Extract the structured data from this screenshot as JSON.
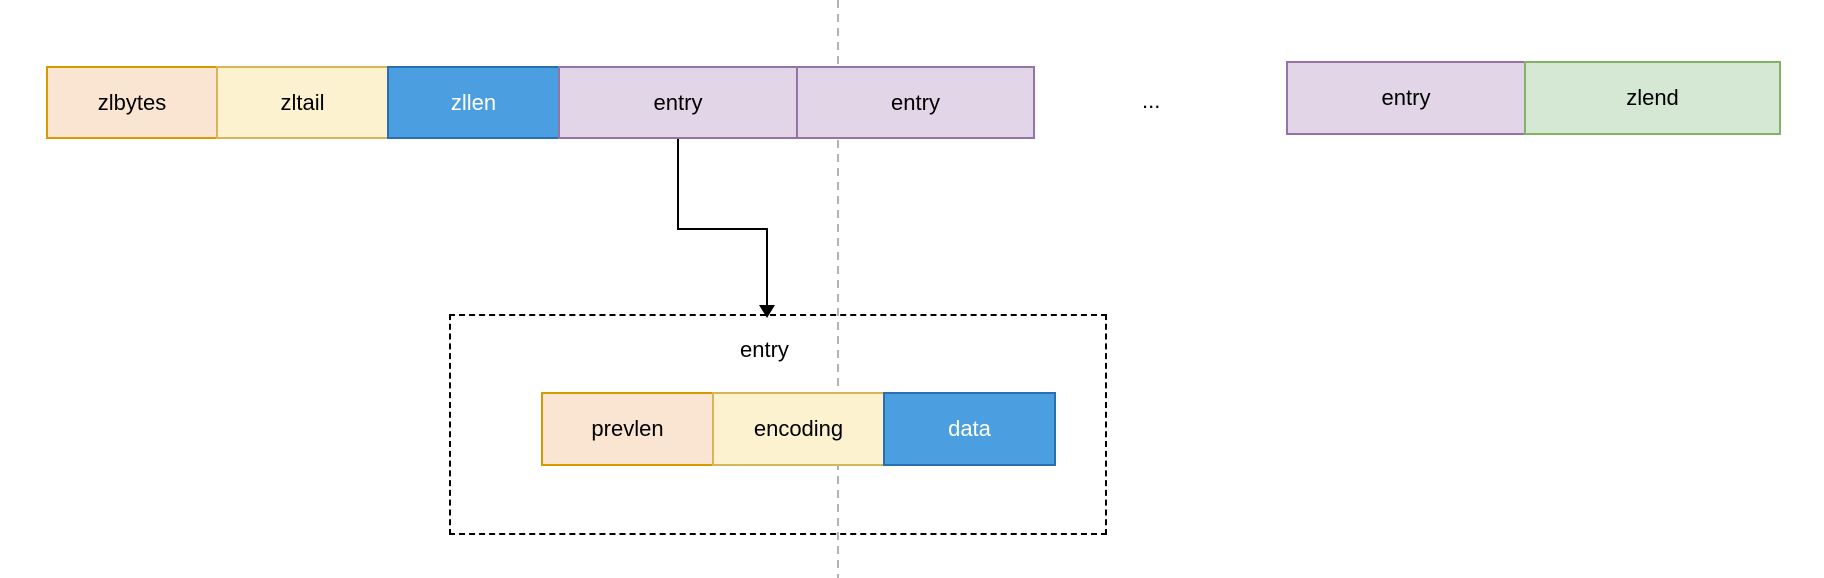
{
  "colors": {
    "orange_fill": "#fae5d3",
    "yellow_fill": "#fdf2cf",
    "blue_fill": "#4b9fe1",
    "purple_fill": "#e1d5e7",
    "green_fill": "#d5e8d4",
    "divider": "#b3b3b3"
  },
  "ziplist": {
    "header": [
      "zlbytes",
      "zltail",
      "zllen",
      "entry",
      "entry"
    ],
    "ellipsis": "...",
    "tail": [
      "entry",
      "zlend"
    ]
  },
  "entry_detail": {
    "title": "entry",
    "fields": [
      "prevlen",
      "encoding",
      "data"
    ]
  }
}
